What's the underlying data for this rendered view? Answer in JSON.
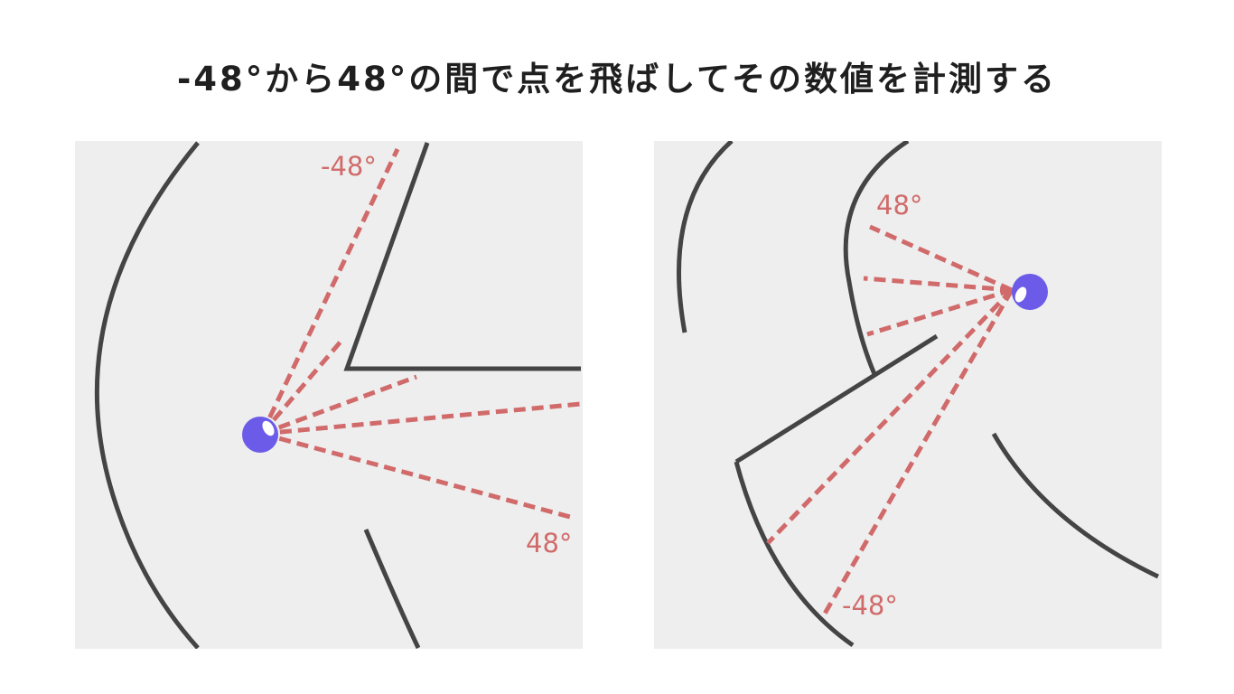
{
  "title": "-48°から48°の間で点を飛ばしてその数値を計測する",
  "colors": {
    "background": "#eeeeee",
    "wall": "#444444",
    "ray": "#d16a6a",
    "robot": "#6b5be8",
    "title": "#1f1f1f"
  },
  "panels": [
    {
      "labels": {
        "start_angle": "-48°",
        "end_angle": "48°"
      }
    },
    {
      "labels": {
        "start_angle": "48°",
        "end_angle": "-48°"
      }
    }
  ]
}
